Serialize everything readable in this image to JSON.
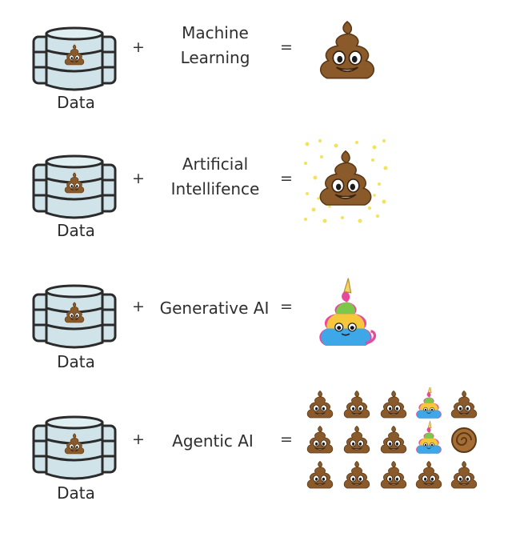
{
  "rows": [
    {
      "data_label": "Data",
      "plus": "+",
      "term_line1": "Machine",
      "term_line2": "Learning",
      "equals": "="
    },
    {
      "data_label": "Data",
      "plus": "+",
      "term_line1": "Artificial",
      "term_line2": "Intellifence",
      "equals": "="
    },
    {
      "data_label": "Data",
      "plus": "+",
      "term": "Generative AI",
      "equals": "="
    },
    {
      "data_label": "Data",
      "plus": "+",
      "term": "Agentic AI",
      "equals": "="
    }
  ],
  "colors": {
    "database_fill": "#cfe3e8",
    "database_outline": "#2b2b2b",
    "poop_brown": "#8a5a2b",
    "sparkle_yellow": "#f3e35a"
  },
  "icons": {
    "database": "database-icon",
    "small_poop": "poop-emoji-icon",
    "result_row1": "poop-emoji-icon",
    "result_row2": "sparkly-poop-icon",
    "result_row3": "rainbow-unicorn-poop-icon",
    "result_row4": "poop-emoji-grid-icon"
  }
}
